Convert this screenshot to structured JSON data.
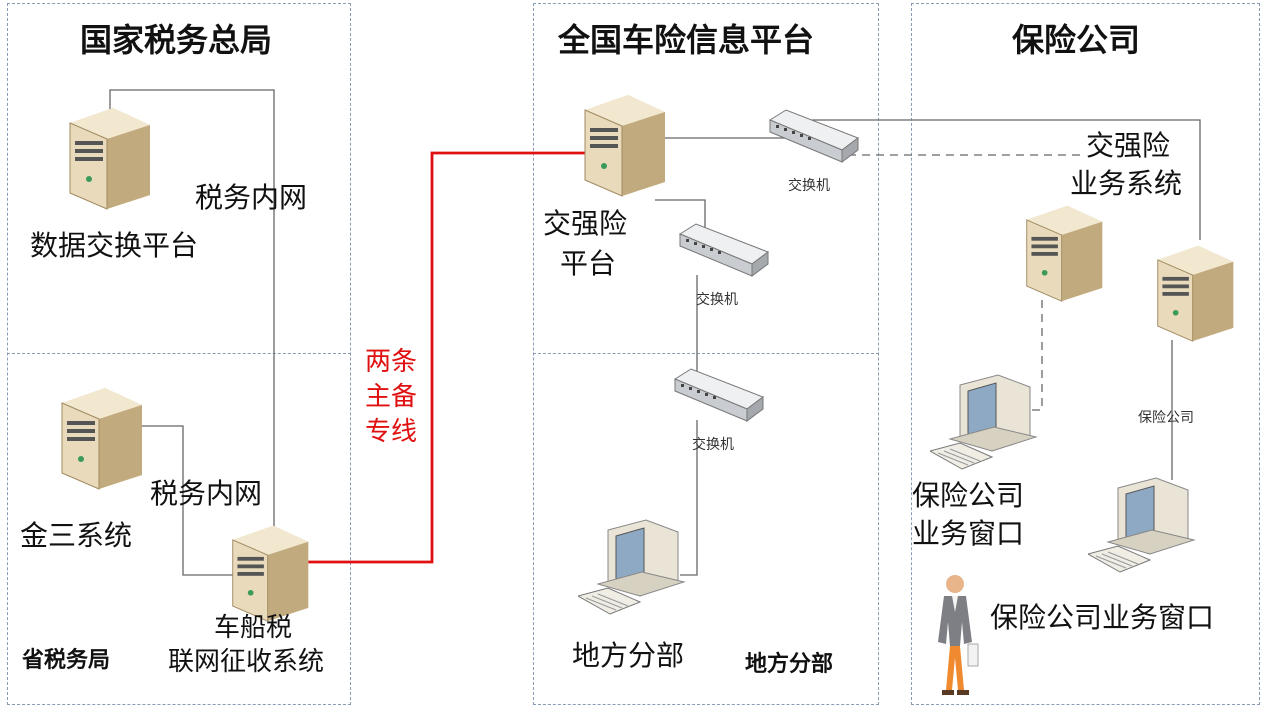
{
  "zones": {
    "tax_bureau_title": "国家税务总局",
    "platform_title": "全国车险信息平台",
    "insurer_title": "保险公司"
  },
  "labels": {
    "tax_intranet_top": "税务内网",
    "data_exchange_platform": "数据交换平台",
    "jinsan_system": "金三系统",
    "tax_intranet_bottom": "税务内网",
    "vehicle_tax_line1": "车船税",
    "vehicle_tax_line2": "联网征收系统",
    "provincial_tax_bureau": "省税务局",
    "dedicated_line_1": "两条",
    "dedicated_line_2": "主备",
    "dedicated_line_3": "专线",
    "compulsory_platform_1": "交强险",
    "compulsory_platform_2": "平台",
    "switch_top": "交换机",
    "switch_mid": "交换机",
    "switch_low": "交换机",
    "local_branch_pc": "地方分部",
    "local_branch_zone": "地方分部",
    "compulsory_system_1": "交强险",
    "compulsory_system_2": "业务系统",
    "insurer_small": "保险公司",
    "insurer_window_1": "保险公司",
    "insurer_window_2": "业务窗口",
    "insurer_window_bottom": "保险公司业务窗口"
  },
  "icons": {
    "server": "server-icon",
    "switch": "switch-icon",
    "computer": "computer-icon",
    "person": "person-icon"
  },
  "colors": {
    "dedicated_line": "#e01010",
    "zone_border": "#8a9bb5",
    "wire": "#666666"
  }
}
